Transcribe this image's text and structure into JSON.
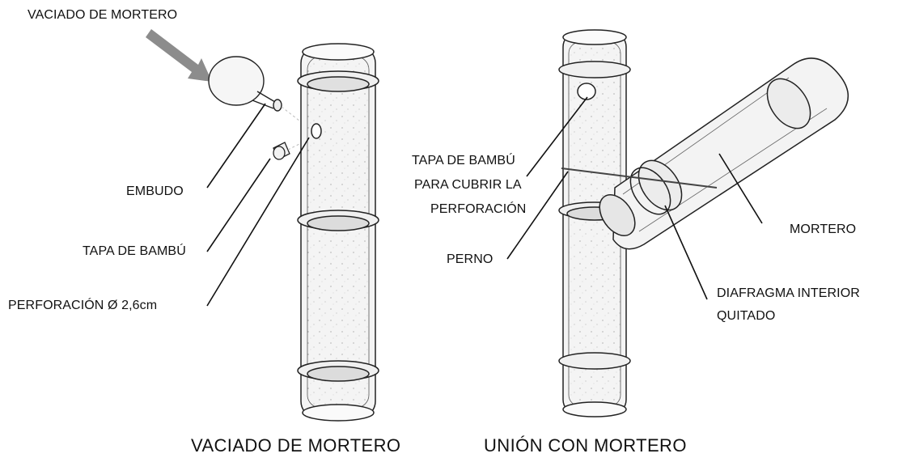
{
  "left_panel": {
    "title_top": "VACIADO DE MORTERO",
    "labels": {
      "embudo": "EMBUDO",
      "tapa": "TAPA DE BAMBÚ",
      "perforacion": "PERFORACIÓN Ø 2,6cm"
    },
    "caption": "VACIADO DE MORTERO"
  },
  "right_panel": {
    "labels": {
      "tapa_line1": "TAPA DE BAMBÚ",
      "tapa_line2": "PARA CUBRIR LA",
      "tapa_line3": "PERFORACIÓN",
      "perno": "PERNO",
      "mortero": "MORTERO",
      "diafragma_line1": "DIAFRAGMA INTERIOR",
      "diafragma_line2": "QUITADO"
    },
    "caption": "UNIÓN CON MORTERO"
  }
}
